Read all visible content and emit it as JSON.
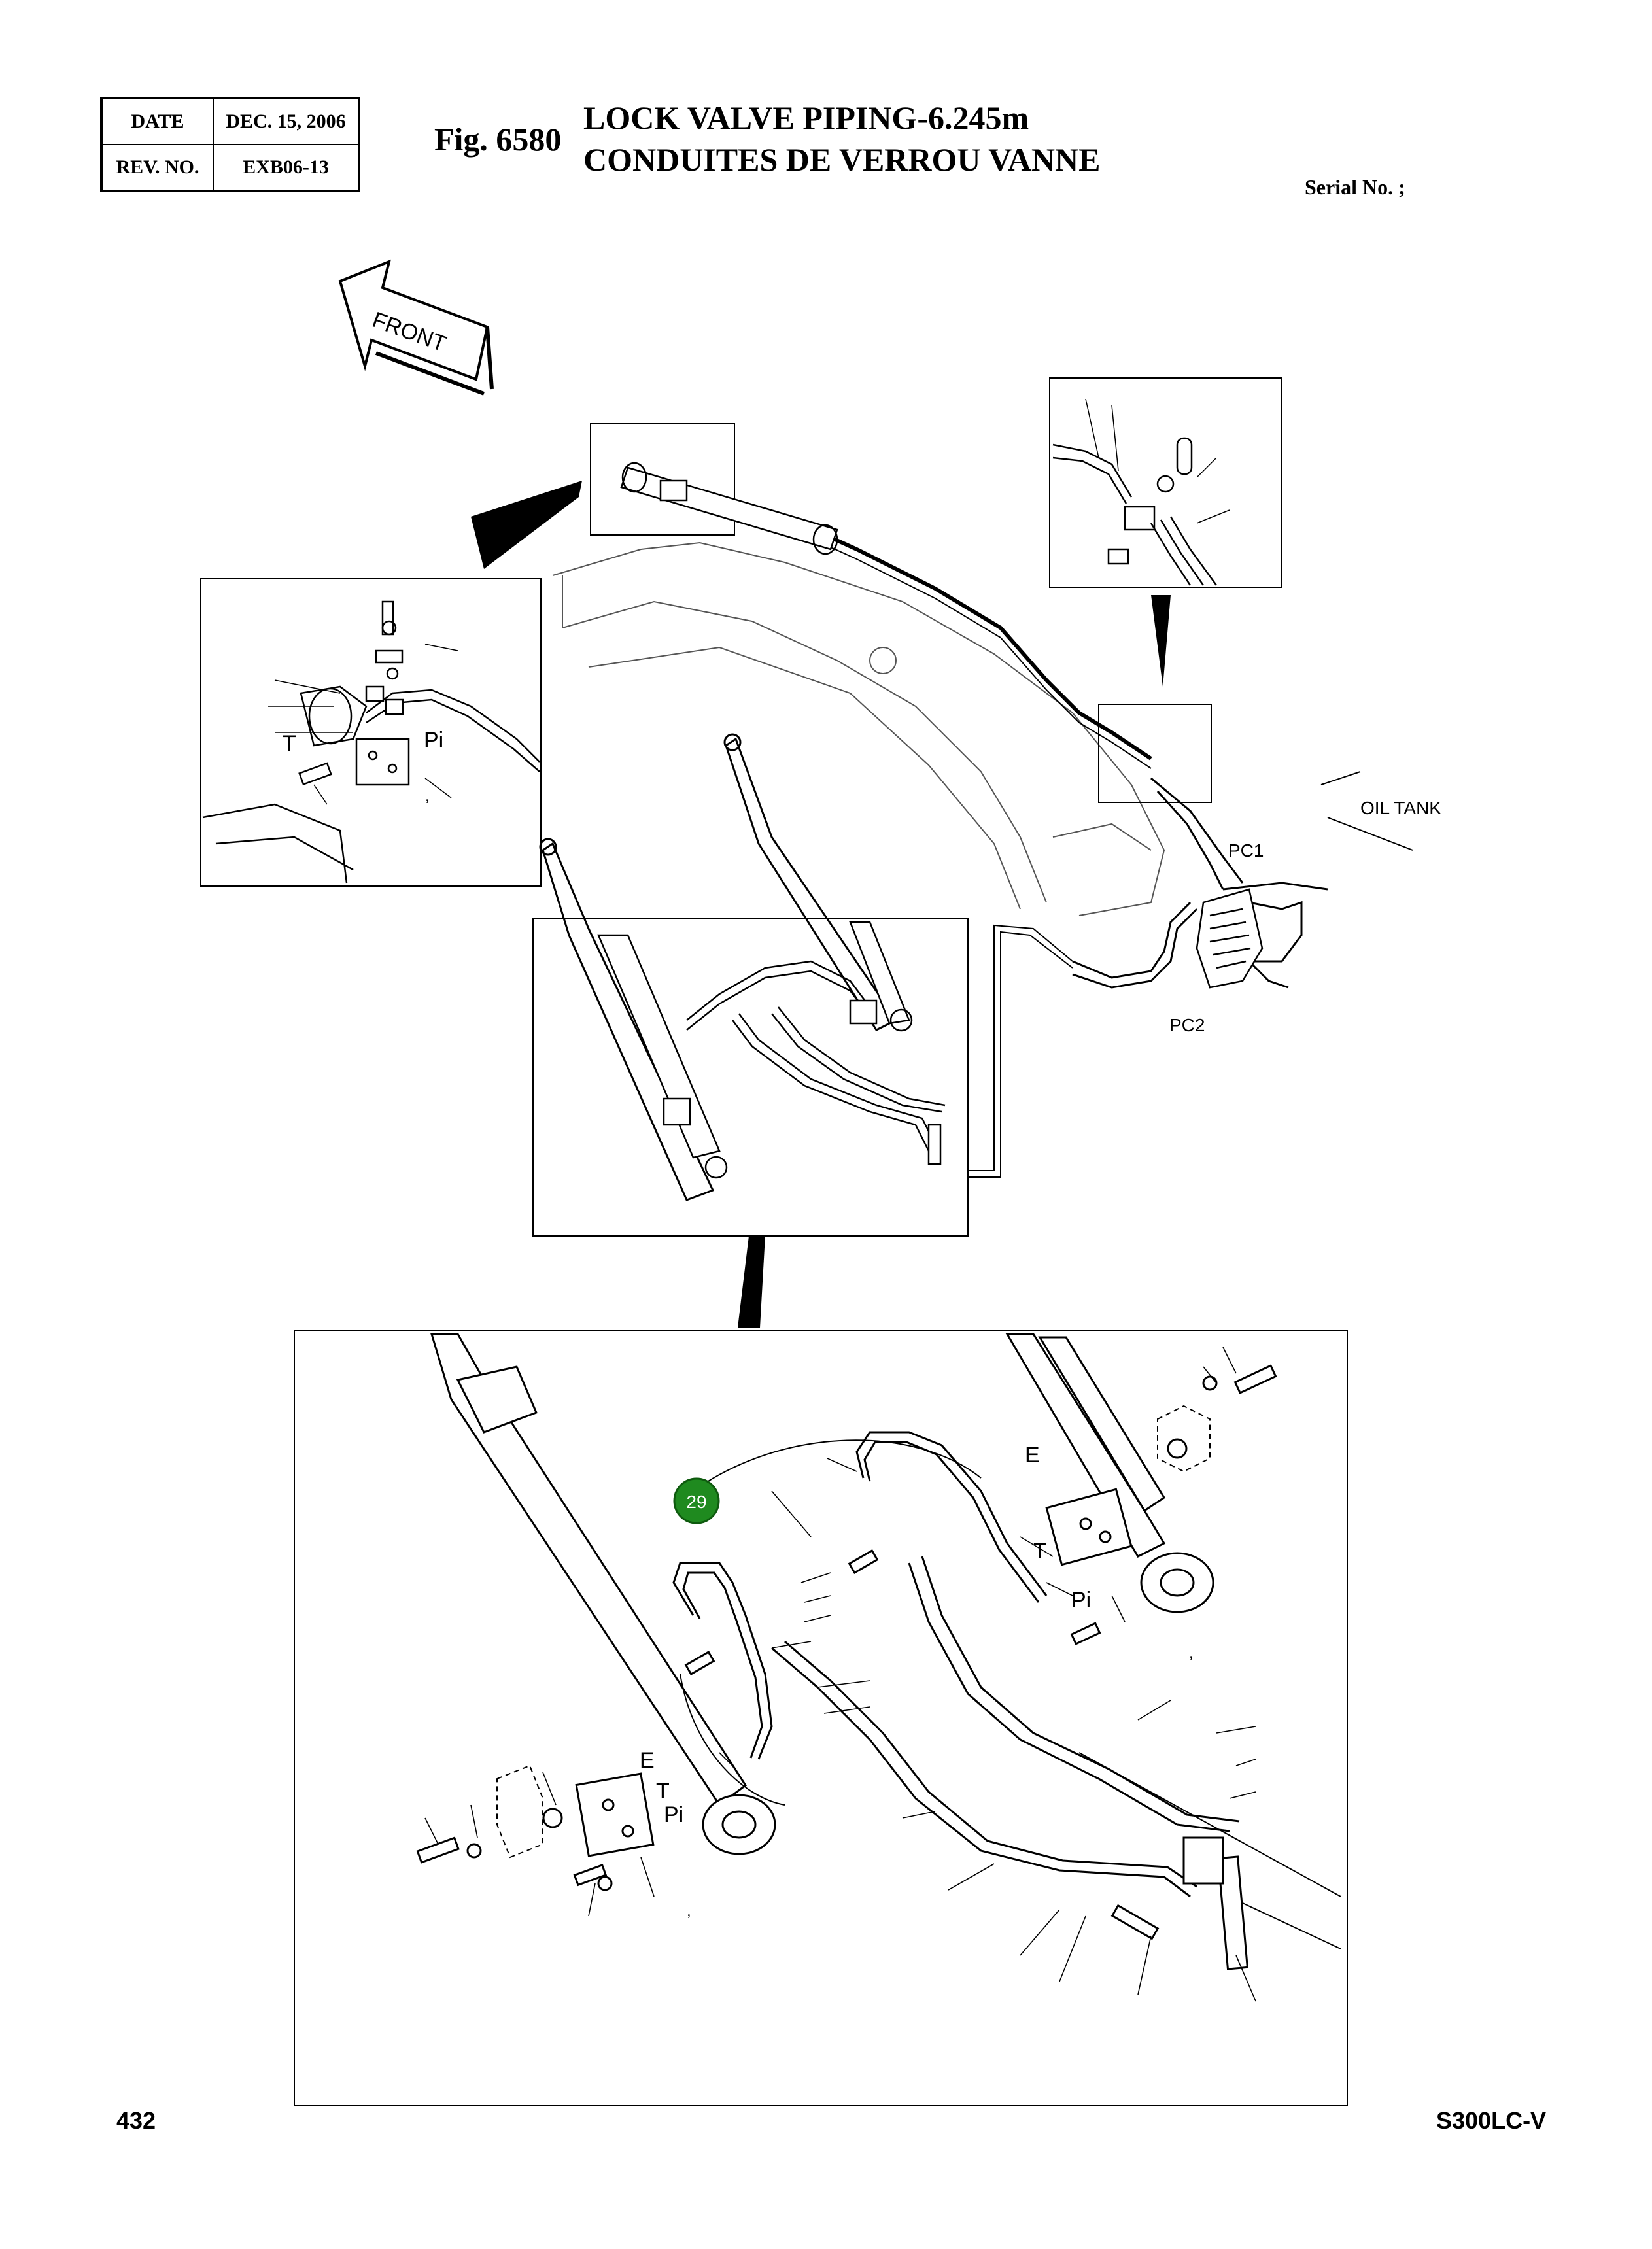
{
  "header": {
    "date_label": "DATE",
    "date_value": "DEC. 15, 2006",
    "rev_label": "REV. NO.",
    "rev_value": "EXB06-13"
  },
  "figure": {
    "number": "Fig. 6580",
    "title_en": "LOCK VALVE PIPING-6.245m",
    "title_fr": "CONDUITES DE VERROU VANNE",
    "serial": "Serial No. ;"
  },
  "labels": {
    "front": "FRONT",
    "oil_tank": "OIL TANK",
    "pc1": "PC1",
    "pc2": "PC2",
    "t": "T",
    "pi": "Pi",
    "e": "E",
    "comma": ","
  },
  "callout": {
    "number": "29",
    "color": "#1f8a1f"
  },
  "footer": {
    "page": "432",
    "model": "S300LC-V"
  }
}
